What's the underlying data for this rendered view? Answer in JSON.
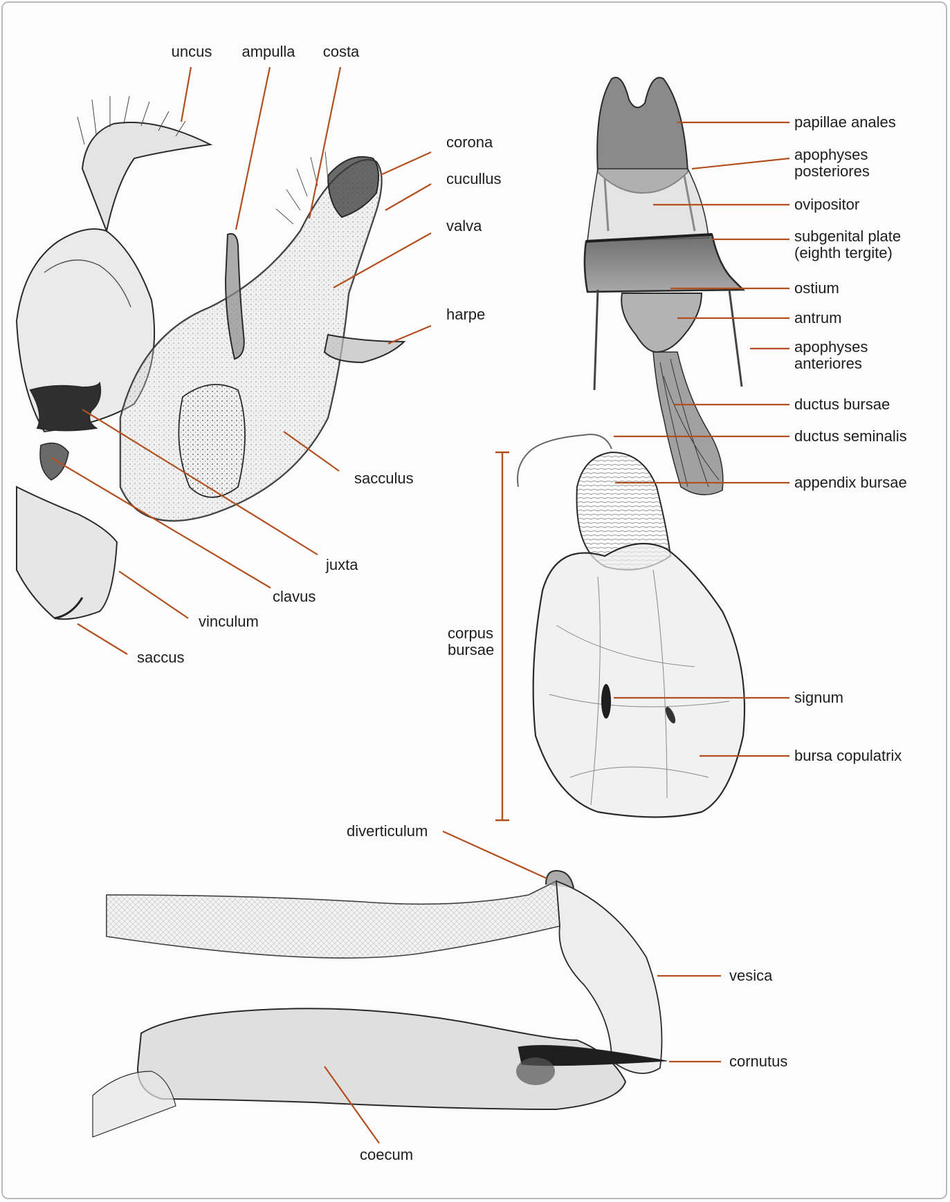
{
  "colors": {
    "leader": "#b34f1f",
    "frame": "#b9b9b9",
    "background": "#fcfcfc",
    "specimen": "#2a2a2a"
  },
  "male_genitalia": {
    "labels": {
      "uncus": "uncus",
      "ampulla": "ampulla",
      "costa": "costa",
      "corona": "corona",
      "cucullus": "cucullus",
      "valva": "valva",
      "harpe": "harpe",
      "sacculus": "sacculus",
      "juxta": "juxta",
      "clavus": "clavus",
      "vinculum": "vinculum",
      "saccus": "saccus"
    }
  },
  "female_genitalia": {
    "labels": {
      "papillae_anales": "papillae anales",
      "apophyses_posteriores": "apophyses\nposteriores",
      "ovipositor": "ovipositor",
      "subgenital_plate": "subgenital plate\n(eighth tergite)",
      "ostium": "ostium",
      "antrum": "antrum",
      "apophyses_anteriores": "apophyses\nanteriores",
      "ductus_bursae": "ductus bursae",
      "ductus_seminalis": "ductus seminalis",
      "appendix_bursae": "appendix bursae",
      "corpus_bursae": "corpus\nbursae",
      "signum": "signum",
      "bursa_copulatrix": "bursa copulatrix"
    }
  },
  "aedeagus": {
    "labels": {
      "diverticulum": "diverticulum",
      "vesica": "vesica",
      "cornutus": "cornutus",
      "coecum": "coecum"
    }
  }
}
